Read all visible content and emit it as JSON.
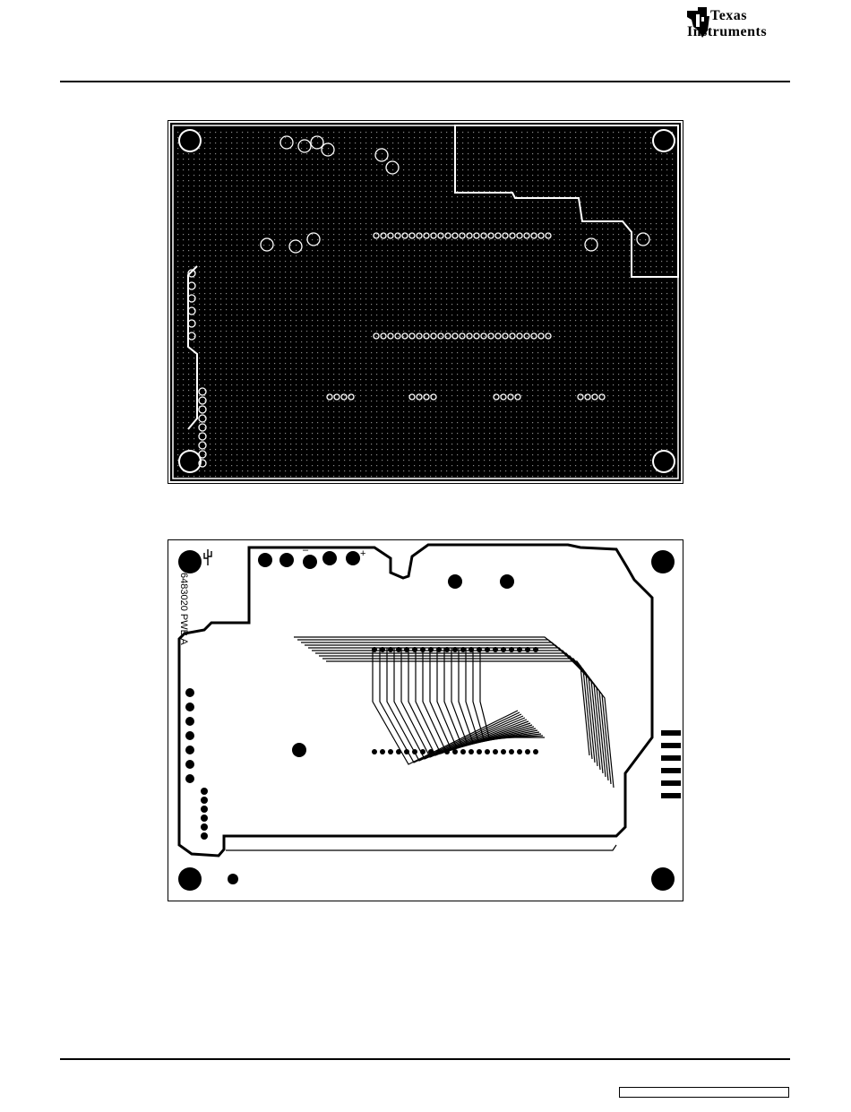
{
  "header": {
    "brand_line1": "Texas",
    "brand_line2": "Instruments",
    "logo_icon": "ti-logo-icon"
  },
  "top_layer": {
    "description_icon": "pcb-top-layer-image"
  },
  "bottom_layer": {
    "silkscreen_text": "6483020 PWB A",
    "minus_label": "–",
    "plus_label": "+"
  },
  "footer": {
    "doc_box_text": ""
  },
  "colors": {
    "copper": "#000000",
    "board": "#ffffff"
  }
}
